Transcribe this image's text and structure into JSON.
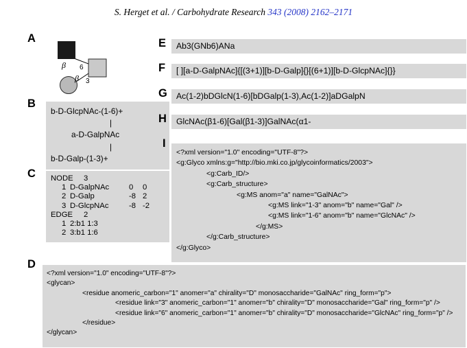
{
  "header": {
    "citation_prefix": "S. Herget et al. / Carbohydrate Research",
    "citation_link": "343 (2008) 2162–2171"
  },
  "colors": {
    "link_blue": "#2535c8",
    "box_bg": "#d8d8d8",
    "node_black": "#1a1a1a",
    "node_gray_square": "#c9c9c9",
    "node_gray_circle": "#b9b9b9"
  },
  "panels": {
    "a": {
      "label": "A",
      "top_anomer": "β",
      "top_linkage": "6",
      "bottom_anomer": "β",
      "bottom_linkage": "3"
    },
    "b": {
      "label": "B",
      "lines": [
        "b-D-GlcpNAc-(1-6)+",
        "|",
        "a-D-GalpNAc",
        "|",
        "b-D-Galp-(1-3)+"
      ]
    },
    "c": {
      "label": "C",
      "node_keyword": "NODE",
      "node_count": "3",
      "nodes": [
        {
          "idx": "1",
          "name": "D-GalpNAc",
          "x": "0",
          "y": "0"
        },
        {
          "idx": "2",
          "name": "D-Galp",
          "x": "-8",
          "y": "2"
        },
        {
          "idx": "3",
          "name": "D-GlcpNAc",
          "x": "-8",
          "y": "-2"
        }
      ],
      "edge_keyword": "EDGE",
      "edge_count": "2",
      "edges": [
        {
          "idx": "1",
          "def": "2:b1 1:3"
        },
        {
          "idx": "2",
          "def": "3:b1 1:6"
        }
      ]
    },
    "d": {
      "label": "D",
      "lines": [
        "<?xml version=\"1.0\" encoding=\"UTF-8\"?>",
        "<glycan>",
        "<residue anomeric_carbon=\"1\" anomer=\"a\" chirality=\"D\" monosaccharide=\"GalNAc\" ring_form=\"p\">",
        "<residue link=\"3\" anomeric_carbon=\"1\" anomer=\"b\" chirality=\"D\" monosaccharide=\"Gal\" ring_form=\"p\" />",
        "<residue link=\"6\" anomeric_carbon=\"1\" anomer=\"b\" chirality=\"D\" monosaccharide=\"GlcNAc\" ring_form=\"p\" />",
        "</residue>",
        "</glycan>"
      ]
    },
    "e": {
      "label": "E",
      "text": "Ab3(GNb6)ANa"
    },
    "f": {
      "label": "F",
      "text": "[ ][a-D-GalpNAc]{[(3+1)][b-D-Galp]{}[(6+1)][b-D-GlcpNAc]{}}"
    },
    "g": {
      "label": "G",
      "text": "Ac(1-2)bDGlcN(1-6)[bDGalp(1-3),Ac(1-2)]aDGalpN"
    },
    "h": {
      "label": "H",
      "text": "GlcNAc(β1-6)[Gal(β1-3)]GalNAc(α1-"
    },
    "i": {
      "label": "I",
      "lines": [
        "<?xml version=\"1.0\" encoding=\"UTF-8\"?>",
        "<g:Glyco xmlns:g=\"http://bio.mki.co.jp/glycoinformatics/2003\">",
        "<g:Carb_ID/>",
        "<g:Carb_structure>",
        "<g:MS anom=\"a\" name=\"GalNAc\">",
        "<g:MS link=\"1-3\" anom=\"b\" name=\"Gal\" />",
        "<g:MS link=\"1-6\" anom=\"b\" name=\"GlcNAc\" />",
        "</g:MS>",
        "</g:Carb_structure>",
        "</g:Glyco>"
      ]
    }
  }
}
